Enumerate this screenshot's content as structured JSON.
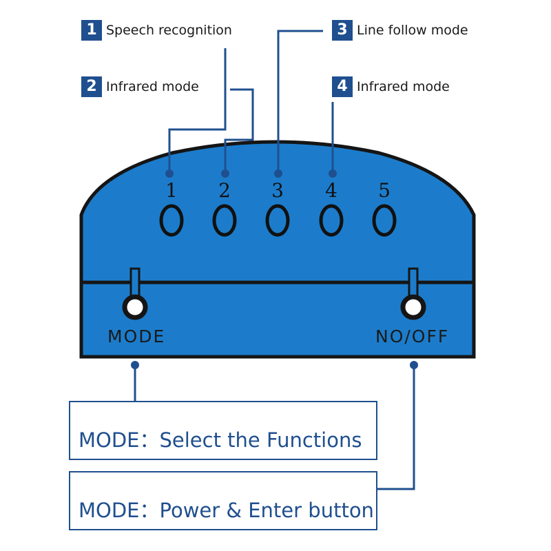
{
  "colors": {
    "device_fill": "#1c7ccb",
    "outline": "#151515",
    "accent": "#1f4f8f"
  },
  "callouts": [
    {
      "num": "1",
      "label": "Speech recognition"
    },
    {
      "num": "2",
      "label": "Infrared mode"
    },
    {
      "num": "3",
      "label": "Line follow mode"
    },
    {
      "num": "4",
      "label": "Infrared mode"
    }
  ],
  "device": {
    "switch_numbers": [
      "1",
      "2",
      "3",
      "4",
      "5"
    ],
    "mode_label": "MODE",
    "power_label": "NO/OFF"
  },
  "info_boxes": [
    {
      "text": "MODE：Select the Functions"
    },
    {
      "text": "MODE：Power & Enter button"
    }
  ]
}
